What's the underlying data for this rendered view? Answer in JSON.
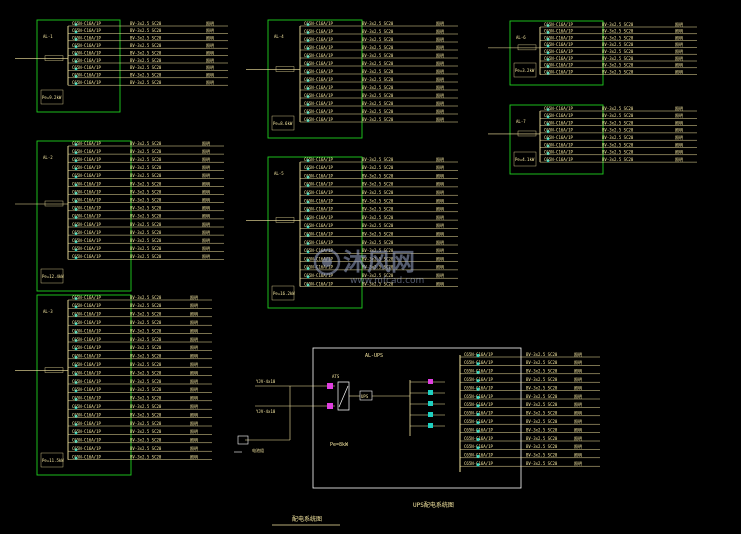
{
  "colors": {
    "background": "#000000",
    "panel_border": "#1fd01f",
    "wire": "#f5e6a0",
    "breaker": "#1fd0c0",
    "white": "#ffffff",
    "magenta": "#e040e0",
    "watermark": "#9aa6c8"
  },
  "panels": {
    "p1": {
      "name": "AL-1",
      "rating": "Pe=9.2kW"
    },
    "p2": {
      "name": "AL-2",
      "rating": "Pe=12.4kW"
    },
    "p3": {
      "name": "AL-3",
      "rating": "Pe=11.5kW"
    },
    "p4": {
      "name": "AL-4",
      "rating": "Pe=8.6kW"
    },
    "p5": {
      "name": "AL-5",
      "rating": "Pe=16.2kW"
    },
    "p6": {
      "name": "AL-6",
      "rating": "Pe=3.2kW"
    },
    "p7": {
      "name": "AL-7",
      "rating": "Pe=4.1kW"
    },
    "ups": {
      "name": "AL-UPS",
      "rating": "Pe=8kW"
    }
  },
  "ups": {
    "feeder_a": "YJV-4x10",
    "feeder_b": "YJV-4x10",
    "switch_label": "ATS",
    "ups_box": "UPS",
    "battery": "电池组",
    "title": "UPS配电系统图"
  },
  "circuit_text": {
    "breaker": "C65N-C16A/1P",
    "cable": "BV-3x2.5 SC20",
    "load": "照明"
  },
  "footer": {
    "caption": "配电系统图"
  },
  "watermark": {
    "brand": "沐风网",
    "url": "www.mfcad.com"
  }
}
